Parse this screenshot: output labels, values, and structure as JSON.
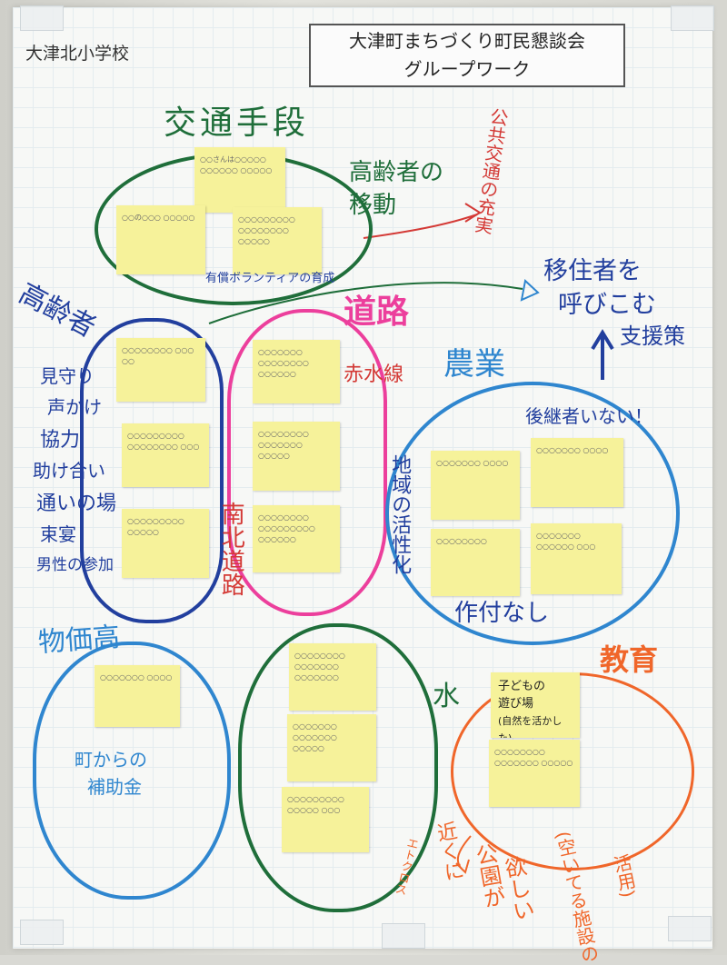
{
  "school": "大津北小学校",
  "title": {
    "line1": "大津町まちづくり町民懇談会",
    "line2": "グループワーク"
  },
  "groups": {
    "transport": {
      "heading": "交通手段",
      "note_top": "○○さんは○○○○○ ○○○○○○ ○○○○○",
      "note_left": "○○の○○○ ○○○○○",
      "note_right": "○○○○○○○○○ ○○○○○○○○ ○○○○○",
      "bottom_label": "有償ボランティアの育成"
    },
    "elderly_mobility": "高齢者の移動",
    "public_transit": "公共交通の充実",
    "migrants": {
      "line1": "移住者を",
      "line2": "呼びこむ",
      "line3": "支援策"
    },
    "elderly": {
      "heading": "高齢者",
      "notes": [
        "○○○○○○○○ ○○○ ○○",
        "○○○○○○○○○ ○○○○○○○○ ○○○",
        "○○○○○○○○○ ○○○○○"
      ],
      "items": [
        "見守り",
        "声かけ",
        "協力",
        "助け合い",
        "通いの場",
        "束宴",
        "男性の参加"
      ]
    },
    "road": {
      "heading": "道路",
      "sub": "赤水線",
      "vertical": "南北道路",
      "notes": [
        "○○○○○○○ ○○○○○○○○ ○○○○○○",
        "○○○○○○○○ ○○○○○○○ ○○○○○",
        "○○○○○○○○ ○○○○○○○○○ ○○○○○○"
      ]
    },
    "agriculture": {
      "heading": "農業",
      "top": "後継者いない！",
      "vertical": "地域の活性化",
      "bottom": "作付なし",
      "notes": [
        "○○○○○○○ ○○○○",
        "○○○○○○○ ○○○○",
        "○○○○○○○○",
        "○○○○○○○ ○○○○○○ ○○○"
      ]
    },
    "prices": {
      "heading": "物価高",
      "note": "○○○○○○○ ○○○○",
      "label_line1": "町からの",
      "label_line2": "補助金"
    },
    "water": {
      "heading": "水",
      "notes": [
        "○○○○○○○○ ○○○○○○○ ○○○○○○○",
        "○○○○○○○ ○○○○○○○ ○○○○○",
        "○○○○○○○○○ ○○○○○ ○○○"
      ]
    },
    "education": {
      "heading": "教育",
      "note_main_line1": "子どもの",
      "note_main_line2": "遊び場",
      "note_main_line3": "(自然を活かした)",
      "note_second": "○○○○○○○○ ○○○○○○○ ○○○○○",
      "left_vertical": "エトクロス",
      "v1": "近くに",
      "v2": "公園が",
      "v3": "欲しい",
      "v4": "(空いてる施設の",
      "v5": "活用)"
    }
  },
  "colors": {
    "green": "#1f6e3a",
    "navy": "#223f9e",
    "pink": "#ec3f9c",
    "blue": "#2f86cf",
    "orange": "#f0662a",
    "red": "#d43a36",
    "note": "#f6f29a"
  }
}
